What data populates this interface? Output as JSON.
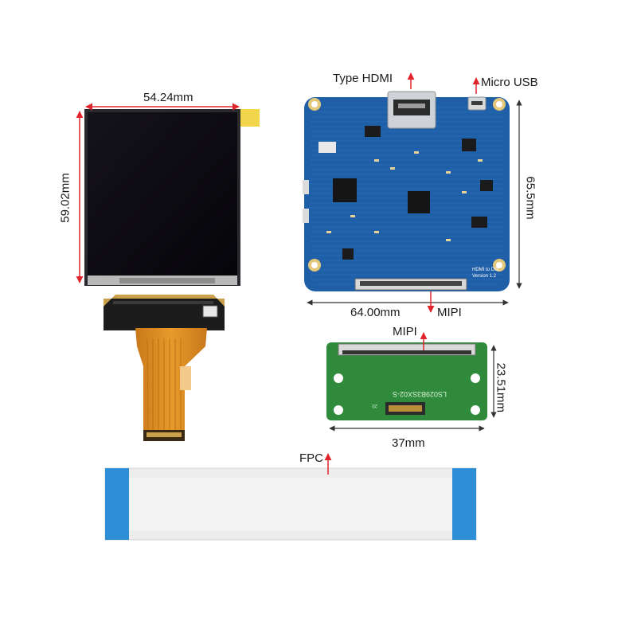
{
  "lcd": {
    "width_label": "54.24mm",
    "height_label": "59.02mm"
  },
  "driver_board": {
    "width_label": "64.00mm",
    "height_label": "65.5mm",
    "hdmi_label": "Type HDMI",
    "usb_label": "Micro USB",
    "mipi_label": "MIPI",
    "silk_text_1": "HDMI to DSI",
    "silk_text_2": "Version 1.2"
  },
  "adapter_board": {
    "mipi_label": "MIPI",
    "width_label": "37mm",
    "height_label": "23.51mm",
    "silk_text": "LS029B3SX02-S",
    "pin_label": "20"
  },
  "fpc_cable": {
    "label": "FPC"
  },
  "colors": {
    "pcb_blue": "#1f5fa8",
    "pcb_green": "#2f8a3c",
    "fpc_amber": "#d98a1c",
    "dimension_red": "#e0242c",
    "dimension_gray": "#333333",
    "cable_blue": "#2f8fd6"
  }
}
